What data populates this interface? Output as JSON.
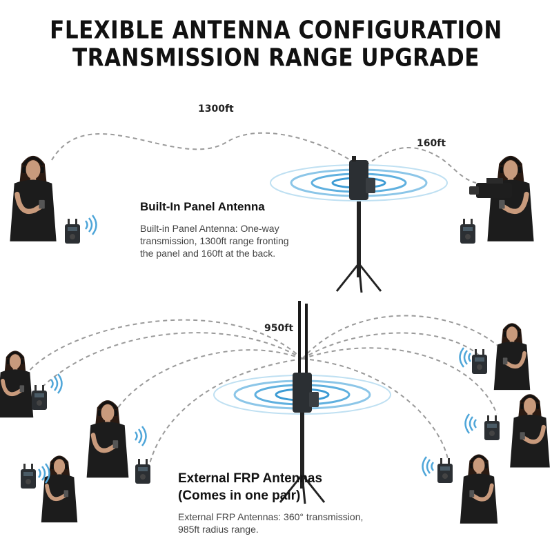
{
  "header": {
    "title_line1": "FLEXIBLE ANTENNA CONFIGURATION",
    "title_line2": "TRANSMISSION RANGE UPGRADE"
  },
  "top_section": {
    "range_front": "1300ft",
    "range_back": "160ft",
    "title": "Built-In Panel Antenna",
    "desc_line1": "Built-in Panel Antenna: One-way",
    "desc_line2": "transmission, 1300ft range fronting",
    "desc_line3": "the panel and 160ft at the back."
  },
  "bottom_section": {
    "range": "950ft",
    "title_line1": "External FRP Antennas",
    "title_line2": "(Comes in one pair)",
    "desc_line1": "External FRP Antennas: 360° transmission,",
    "desc_line2": "985ft radius range."
  },
  "colors": {
    "signal_blue": "#4fa6d9",
    "device_dark": "#2b2f33",
    "link_gray": "#9a9a9a",
    "hair": "#2a1a12",
    "skin": "#c89a7c",
    "clothing": "#1c1c1c"
  }
}
